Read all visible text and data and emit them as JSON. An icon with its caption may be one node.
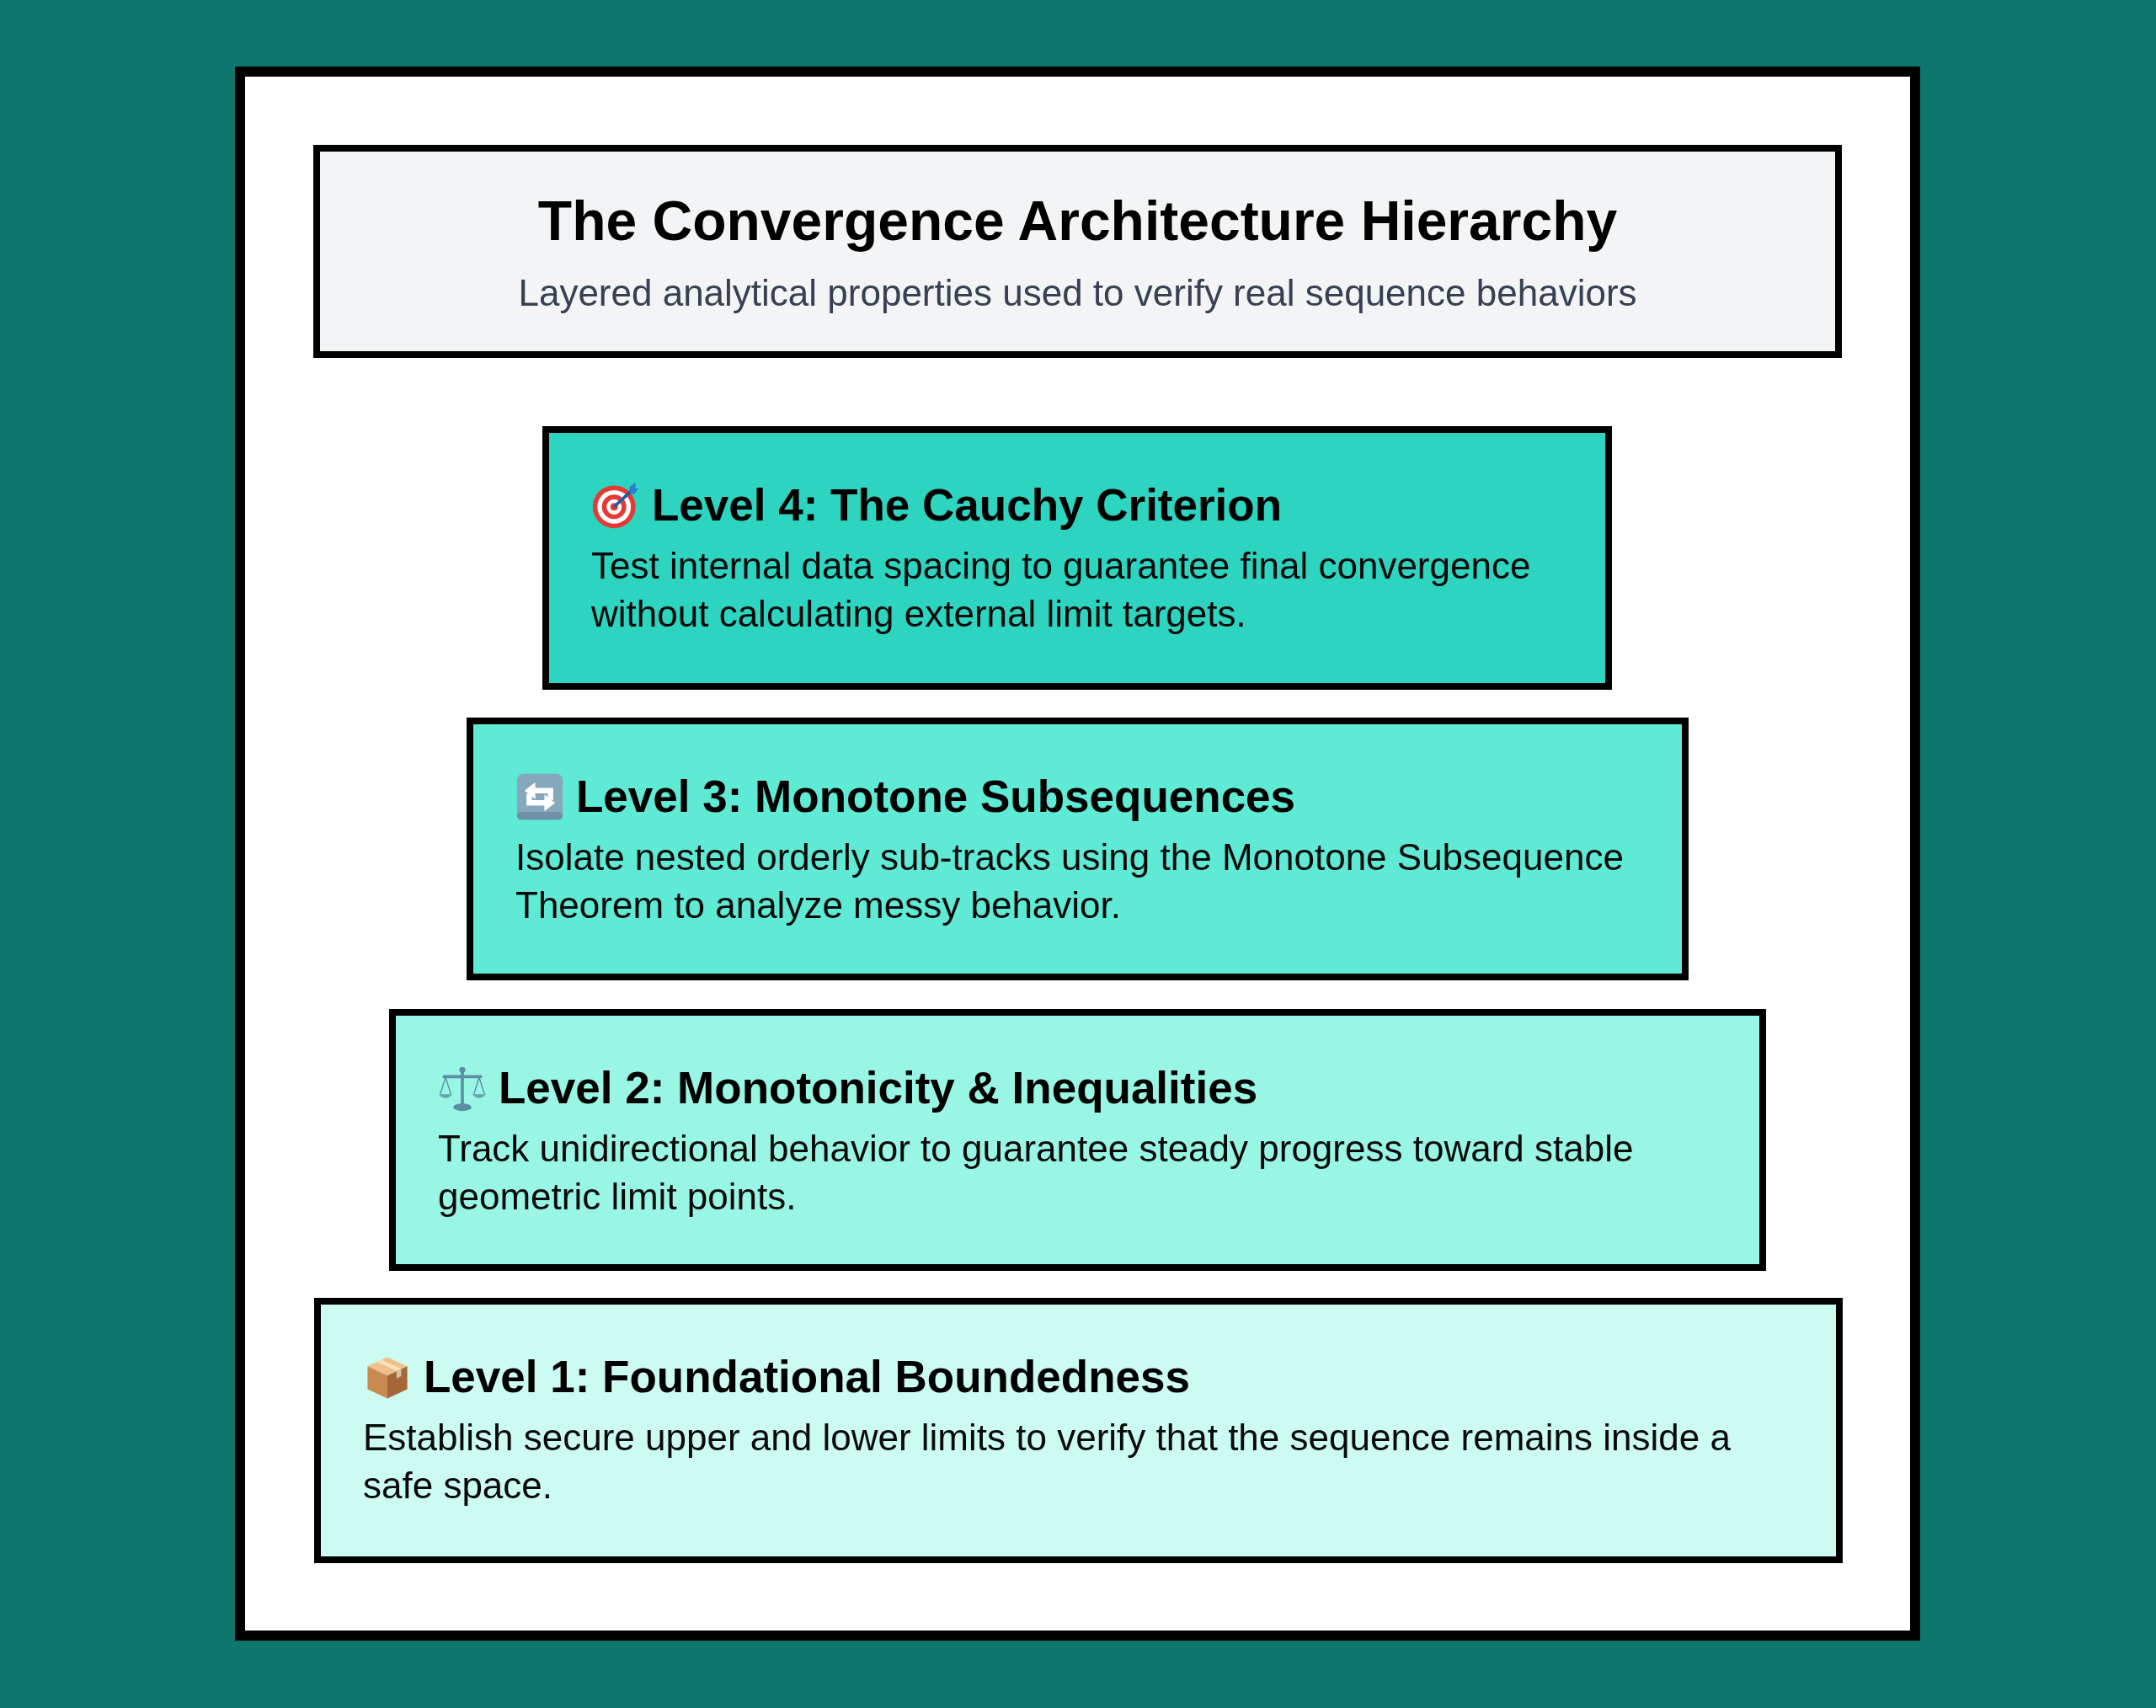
{
  "diagram": {
    "title": "The Convergence Architecture Hierarchy",
    "nodes": [
      {
        "text": [
          "Level 4: The Cauchy Criterion",
          "Test internal data spacing to guarantee final convergence without calculating external limit targets."
        ]
      },
      {
        "text": [
          "Level 3: Monotone Subsequences",
          "Isolate nested orderly sub-tracks using the Monotone Subsequence Theorem to analyze messy behavior."
        ]
      },
      {
        "text": [
          "Level 2: Monotonicity & Inequalities",
          "Track unidirectional behavior to guarantee steady progress toward stable geometric limit points."
        ]
      },
      {
        "text": [
          "Level 1: Foundational Boundedness",
          "Establish secure upper and lower limits to verify that the sequence remains inside a safe space."
        ]
      }
    ],
    "labels": [
      "Layered analytical properties used to verify real sequence behaviors"
    ]
  }
}
